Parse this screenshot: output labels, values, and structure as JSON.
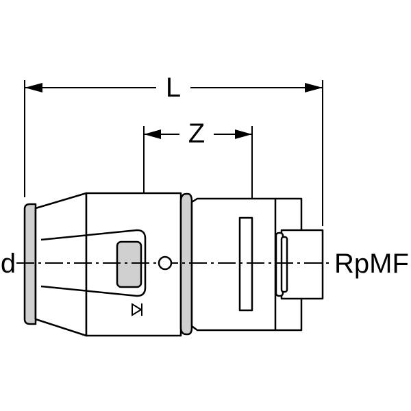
{
  "labels": {
    "length": "L",
    "insertion_depth": "Z",
    "pipe_diameter": "d",
    "thread": "RpMF"
  },
  "colors": {
    "line": "#000000",
    "fill": "#d0d0d0",
    "background": "#ffffff"
  },
  "symbols": {
    "flow_mark": "arrow-to-stop-icon",
    "centre_mark": "circle-icon"
  }
}
